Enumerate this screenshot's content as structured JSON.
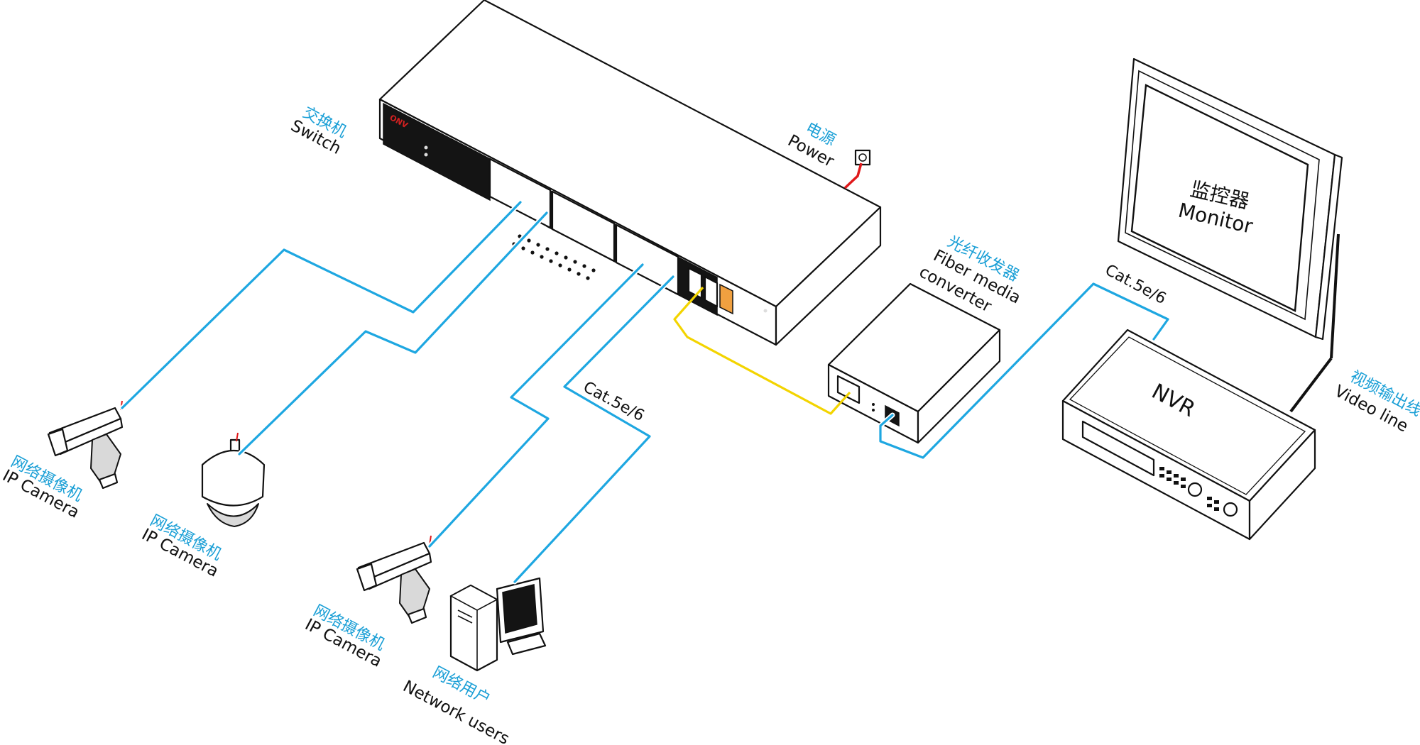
{
  "labels": {
    "switch_cn": "交换机",
    "switch_en": "Switch",
    "power_cn": "电源",
    "power_en": "Power",
    "fiber_cn": "光纤收发器",
    "fiber_en_line1": "Fiber media",
    "fiber_en_line2": "converter",
    "cat_right": "Cat.5e/6",
    "cat_left": "Cat.5e/6",
    "monitor_cn": "监控器",
    "monitor_en": "Monitor",
    "nvr": "NVR",
    "video_cn": "视频输出线",
    "video_en": "Video line",
    "cam1_cn": "网络摄像机",
    "cam1_en": "IP Camera",
    "cam2_cn": "网络摄像机",
    "cam2_en": "IP Camera",
    "cam3_cn": "网络摄像机",
    "cam3_en": "IP Camera",
    "users_cn": "网络用户",
    "users_en": "Network users",
    "brand": "ONV"
  },
  "colors": {
    "ethernet_cable": "#1ea7e1",
    "fiber_cable": "#f3d400",
    "power_cable": "#e0191b",
    "chinese_label": "#1a9fd6"
  }
}
